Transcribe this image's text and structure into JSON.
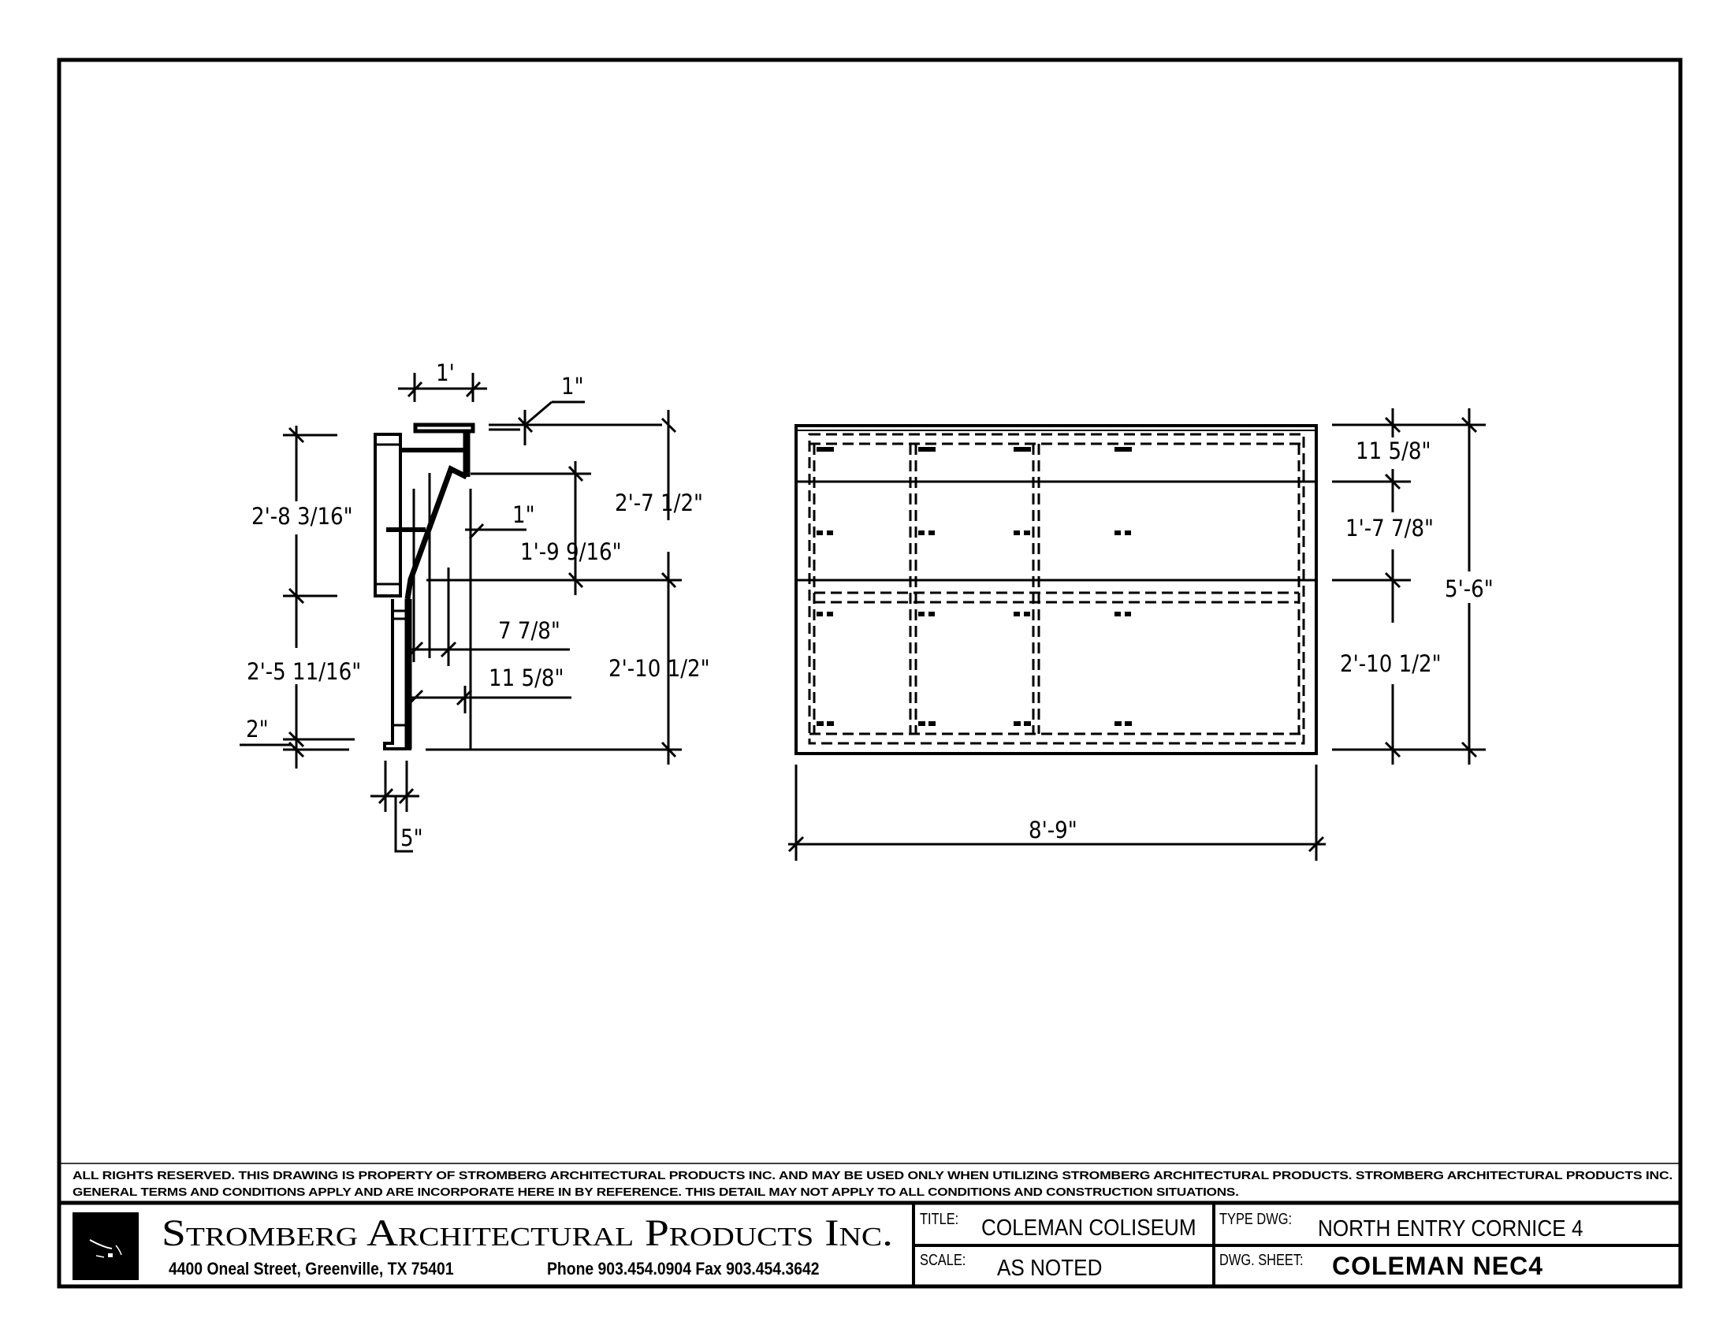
{
  "sheet": {
    "section_view": {
      "dimensions": {
        "top_width": "1'",
        "top_flange": "1\"",
        "upper_height_left": "2'-8 3/16\"",
        "upper_height_right": "2'-7 1/2\"",
        "inner_offset": "1\"",
        "mid_height": "1'-9 9/16\"",
        "lower_height_left": "2'-5 11/16\"",
        "lower_height_right": "2'-10 1/2\"",
        "projection_a": "7 7/8\"",
        "projection_b": "11 5/8\"",
        "bottom_lip": "2\"",
        "bottom_width": "5\""
      }
    },
    "elevation_view": {
      "dimensions": {
        "top_band": "11 5/8\"",
        "middle_band": "1'-7 7/8\"",
        "bottom_band": "2'-10 1/2\"",
        "total_height": "5'-6\"",
        "total_width": "8'-9\""
      },
      "panels": {
        "columns": 3,
        "rows": 2
      }
    }
  },
  "disclaimer": {
    "line1": "ALL RIGHTS RESERVED. THIS DRAWING IS PROPERTY OF STROMBERG ARCHITECTURAL PRODUCTS INC. AND MAY BE USED ONLY WHEN UTILIZING STROMBERG ARCHITECTURAL PRODUCTS.  STROMBERG ARCHITECTURAL PRODUCTS INC.",
    "line2": "GENERAL TERMS AND CONDITIONS APPLY AND ARE INCORPORATE HERE IN BY REFERENCE.  THIS DETAIL MAY NOT APPLY TO ALL CONDITIONS AND CONSTRUCTION SITUATIONS."
  },
  "title_block": {
    "company": "Stromberg Architectural Products Inc.",
    "address": "4400 Oneal Street, Greenville, TX  75401",
    "phone_fax": "Phone 903.454.0904   Fax 903.454.3642",
    "title_label": "TITLE:",
    "title_value": "COLEMAN COLISEUM",
    "type_label": "TYPE DWG:",
    "type_value": "NORTH ENTRY CORNICE 4",
    "scale_label": "SCALE:",
    "scale_value": "AS NOTED",
    "sheet_label": "DWG. SHEET:",
    "sheet_value": "COLEMAN NEC4"
  }
}
